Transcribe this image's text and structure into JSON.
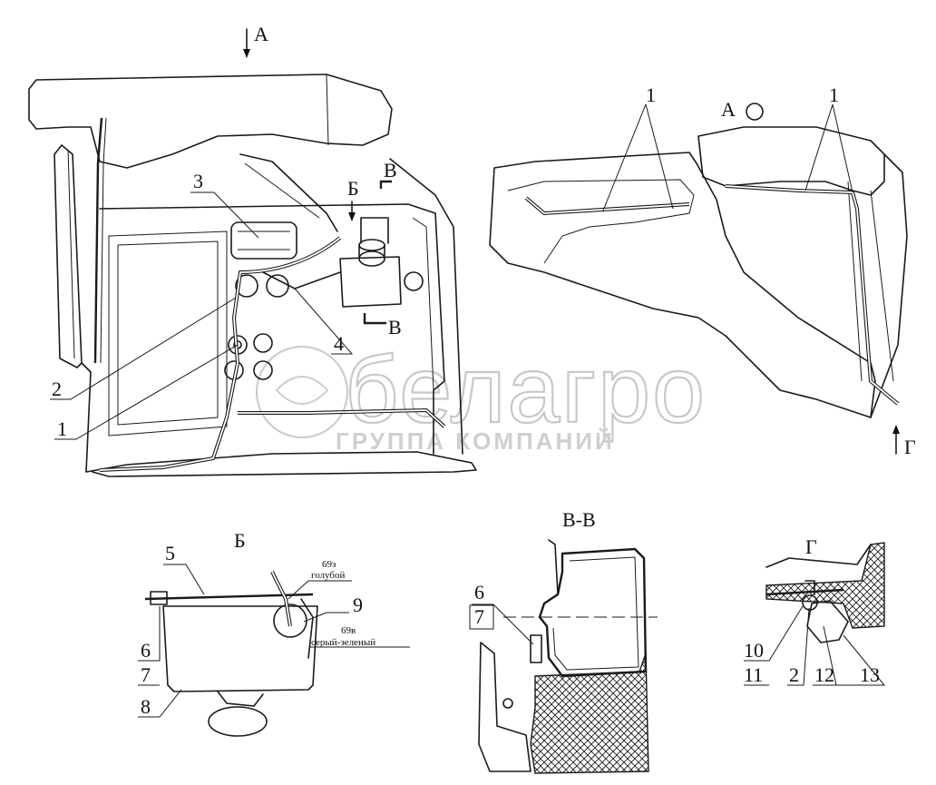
{
  "views": {
    "main": {
      "arrow_label": "А",
      "section_b": "Б",
      "section_v_top": "В",
      "section_v_bottom": "В"
    },
    "view_a": {
      "title": "А",
      "right_label": "Г"
    },
    "detail_b": {
      "title": "Б",
      "wire_top_code": "69з",
      "wire_top_color": "голубой",
      "wire_bottom_code": "69в",
      "wire_bottom_color": "серый-зеленый"
    },
    "section_vv": {
      "title": "В-В"
    },
    "detail_g": {
      "title": "Г"
    }
  },
  "callouts": {
    "main": [
      "3",
      "4",
      "2",
      "1"
    ],
    "view_a": [
      "1",
      "1"
    ],
    "detail_b": [
      "5",
      "9",
      "6",
      "7",
      "8"
    ],
    "section_vv": [
      "6",
      "7"
    ],
    "detail_g": [
      "10",
      "11",
      "2",
      "12",
      "13"
    ]
  },
  "watermark": {
    "brand": "белагро",
    "subtitle": "ГРУППА КОМПАНИЙ"
  }
}
